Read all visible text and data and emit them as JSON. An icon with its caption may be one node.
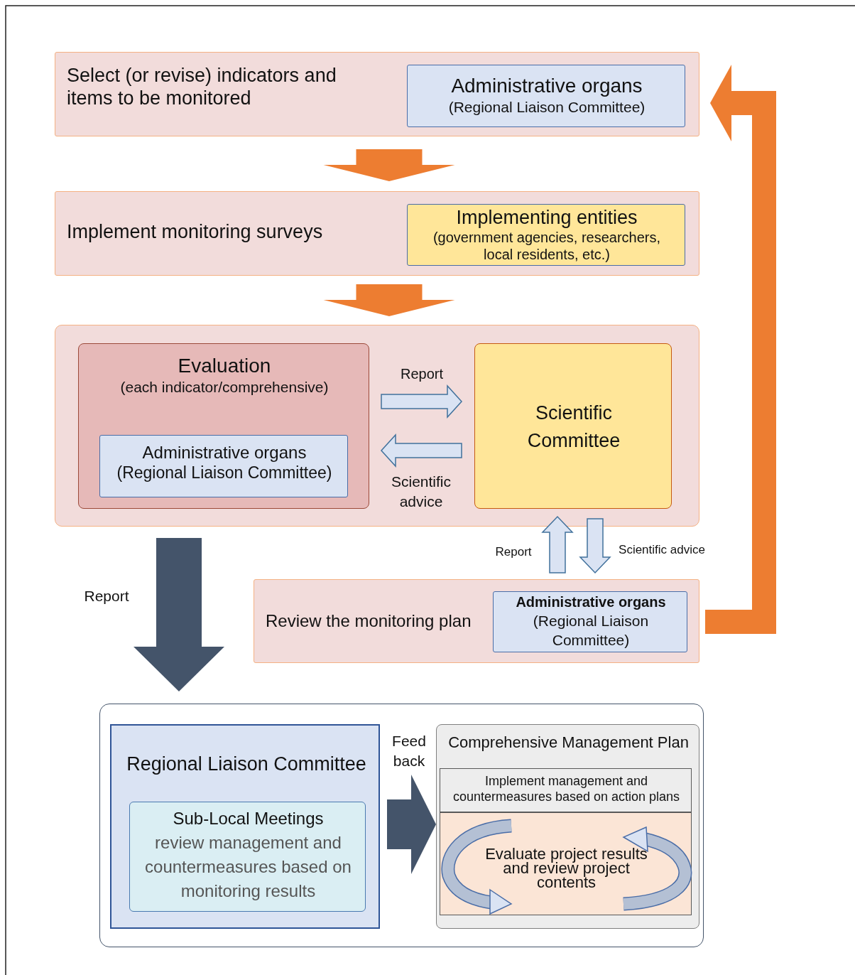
{
  "diagram": {
    "nodes": [
      {
        "text": [
          "Select (or revise) indicators and items to be monitored"
        ]
      },
      {
        "text": [
          "Administrative organs",
          "(Regional Liaison Committee)"
        ],
        "in": 0
      },
      {
        "text": [
          "Implement monitoring surveys"
        ]
      },
      {
        "text": [
          "Implementing entities",
          "(government agencies, researchers, local residents, etc.)"
        ],
        "in": 2
      },
      {
        "text": [],
        "shape": "box"
      },
      {
        "text": [
          "Evaluation",
          "(each indicator/comprehensive)"
        ],
        "in": 4
      },
      {
        "text": [
          "Administrative organs",
          "(Regional Liaison Committee)"
        ],
        "in": 5
      },
      {
        "text": [
          "Scientific Committee"
        ],
        "in": 4
      },
      {
        "text": [
          "Review the monitoring plan"
        ]
      },
      {
        "text": [
          "Administrative organs",
          "(Regional Liaison Committee)"
        ],
        "in": 8
      },
      {
        "text": [],
        "shape": "box"
      },
      {
        "text": [
          "Regional Liaison Committee"
        ],
        "in": 10
      },
      {
        "text": [
          "Sub-Local Meetings",
          "review management and countermeasures based on monitoring results"
        ],
        "in": 11
      },
      {
        "text": [
          "Comprehensive Management Plan"
        ],
        "in": 10
      },
      {
        "text": [
          "Implement management and countermeasures based on action plans"
        ],
        "in": 13
      },
      {
        "text": [
          "Evaluate project results and review project contents"
        ],
        "in": 13
      }
    ],
    "edges": [
      {
        "from": 0,
        "to": 2,
        "arrow": "to",
        "style": "thick",
        "color": "#ed7d31"
      },
      {
        "from": 2,
        "to": 4,
        "arrow": "to",
        "style": "thick",
        "color": "#ed7d31"
      },
      {
        "from": 5,
        "to": 7,
        "arrow": "to",
        "label": "Report"
      },
      {
        "from": 7,
        "to": 5,
        "arrow": "to",
        "label": "Scientific advice"
      },
      {
        "from": 8,
        "to": 7,
        "arrow": "to",
        "label": "Report"
      },
      {
        "from": 7,
        "to": 8,
        "arrow": "to",
        "label": "Scientific advice"
      },
      {
        "from": 4,
        "to": 10,
        "arrow": "to",
        "label": "Report",
        "style": "thick",
        "color": "#44546a"
      },
      {
        "from": 8,
        "to": 0,
        "arrow": "to",
        "style": "thick",
        "color": "#ed7d31"
      },
      {
        "from": 11,
        "to": 13,
        "arrow": "to",
        "label": "Feed back",
        "style": "thick",
        "color": "#44546a"
      }
    ]
  }
}
